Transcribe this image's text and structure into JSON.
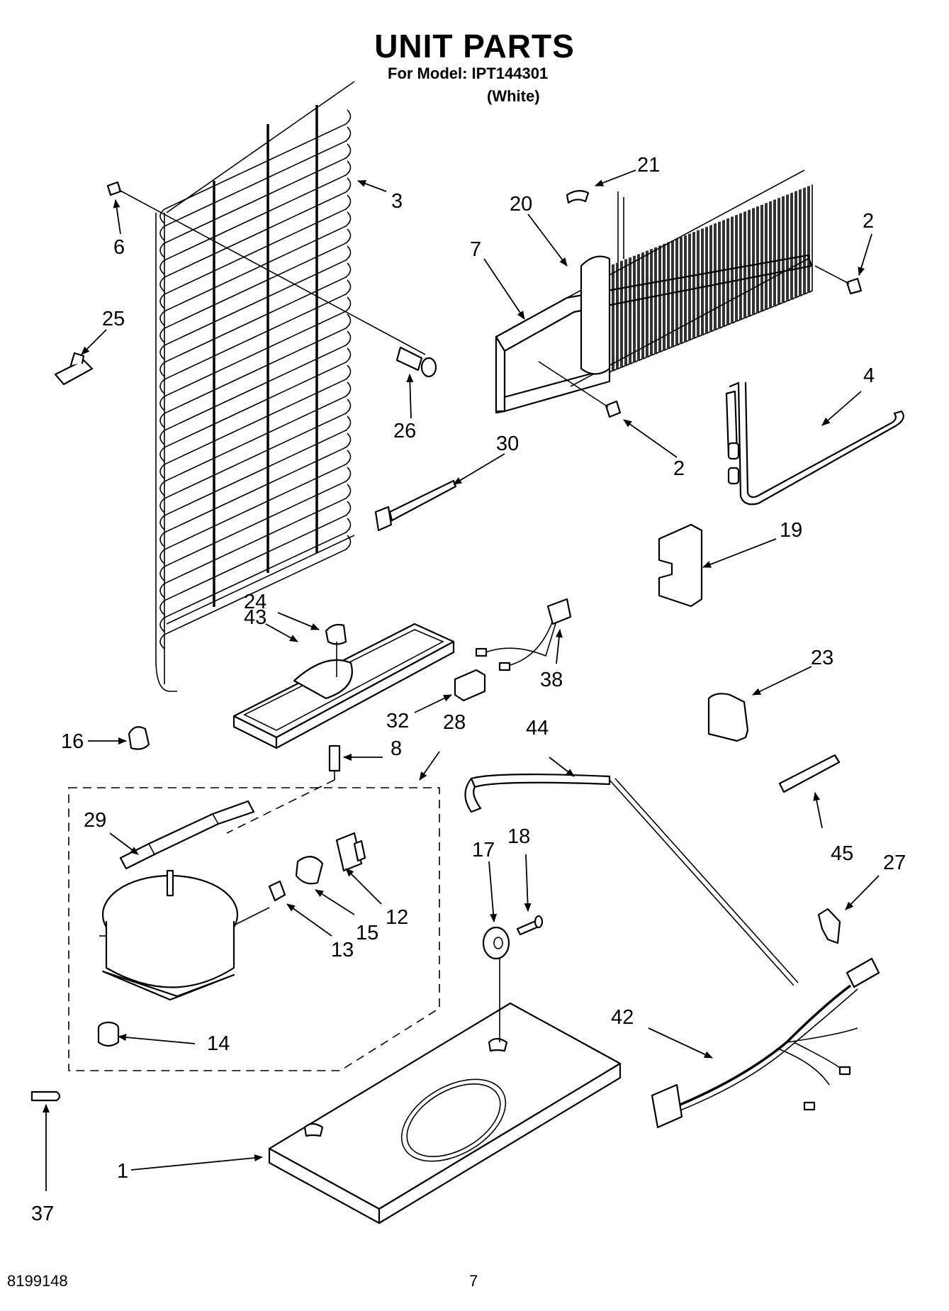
{
  "header": {
    "title": "UNIT PARTS",
    "model_line": "For Model: IPT144301",
    "color_note": "(White)"
  },
  "footer": {
    "doc_number": "8199148",
    "page_number": "7"
  },
  "callouts": {
    "c1": "1",
    "c2a": "2",
    "c2b": "2",
    "c3": "3",
    "c4": "4",
    "c6": "6",
    "c7": "7",
    "c8": "8",
    "c12": "12",
    "c13": "13",
    "c14": "14",
    "c15": "15",
    "c16": "16",
    "c17": "17",
    "c18": "18",
    "c19": "19",
    "c20": "20",
    "c21": "21",
    "c23": "23",
    "c24": "24",
    "c25": "25",
    "c26": "26",
    "c27": "27",
    "c28": "28",
    "c29": "29",
    "c30": "30",
    "c32": "32",
    "c37": "37",
    "c38": "38",
    "c42": "42",
    "c43": "43",
    "c44": "44",
    "c45": "45"
  }
}
